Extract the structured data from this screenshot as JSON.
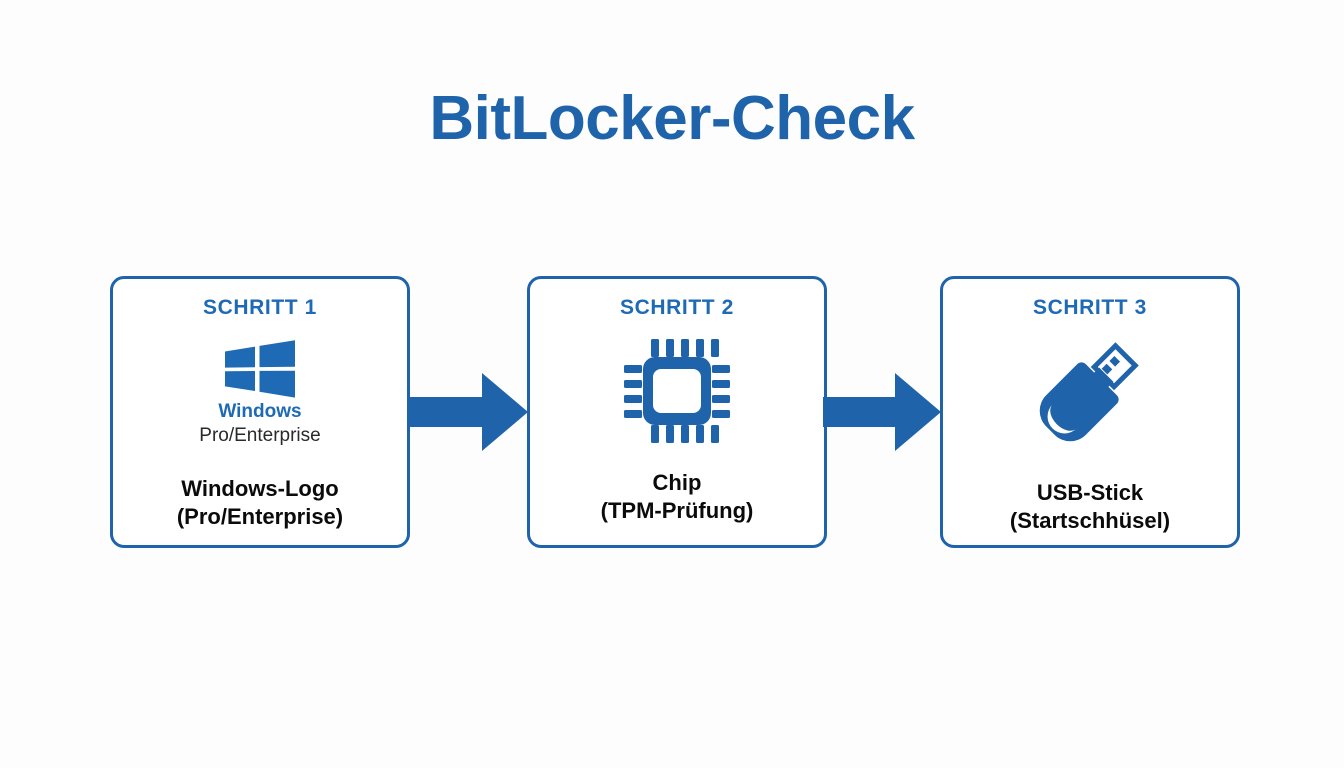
{
  "page": {
    "title": "BitLocker-Check",
    "background_color": "#fdfdfd",
    "accent_color": "#1f64ab",
    "text_color": "#0b0b0b"
  },
  "diagram": {
    "type": "process-flow",
    "orientation": "horizontal",
    "step_count": 3,
    "steps": [
      {
        "header": "SCHRITT 1",
        "icon": "windows-logo-icon",
        "icon_labels": {
          "brand": "Windows",
          "edition": "Pro/Enterprise"
        },
        "caption_line_1": "Windows-Logo",
        "caption_line_2": "(Pro/Enterprise)"
      },
      {
        "header": "SCHRITT 2",
        "icon": "chip-icon",
        "caption_line_1": "Chip",
        "caption_line_2": "(TPM-Prüfung)"
      },
      {
        "header": "SCHRITT 3",
        "icon": "usb-stick-icon",
        "caption_line_1": "USB-Stick",
        "caption_line_2": "(Startschhüsel)"
      }
    ],
    "connectors": [
      {
        "icon": "arrow-right-icon",
        "from": "SCHRITT 1",
        "to": "SCHRITT 2"
      },
      {
        "icon": "arrow-right-icon",
        "from": "SCHRITT 2",
        "to": "SCHRITT 3"
      }
    ]
  }
}
